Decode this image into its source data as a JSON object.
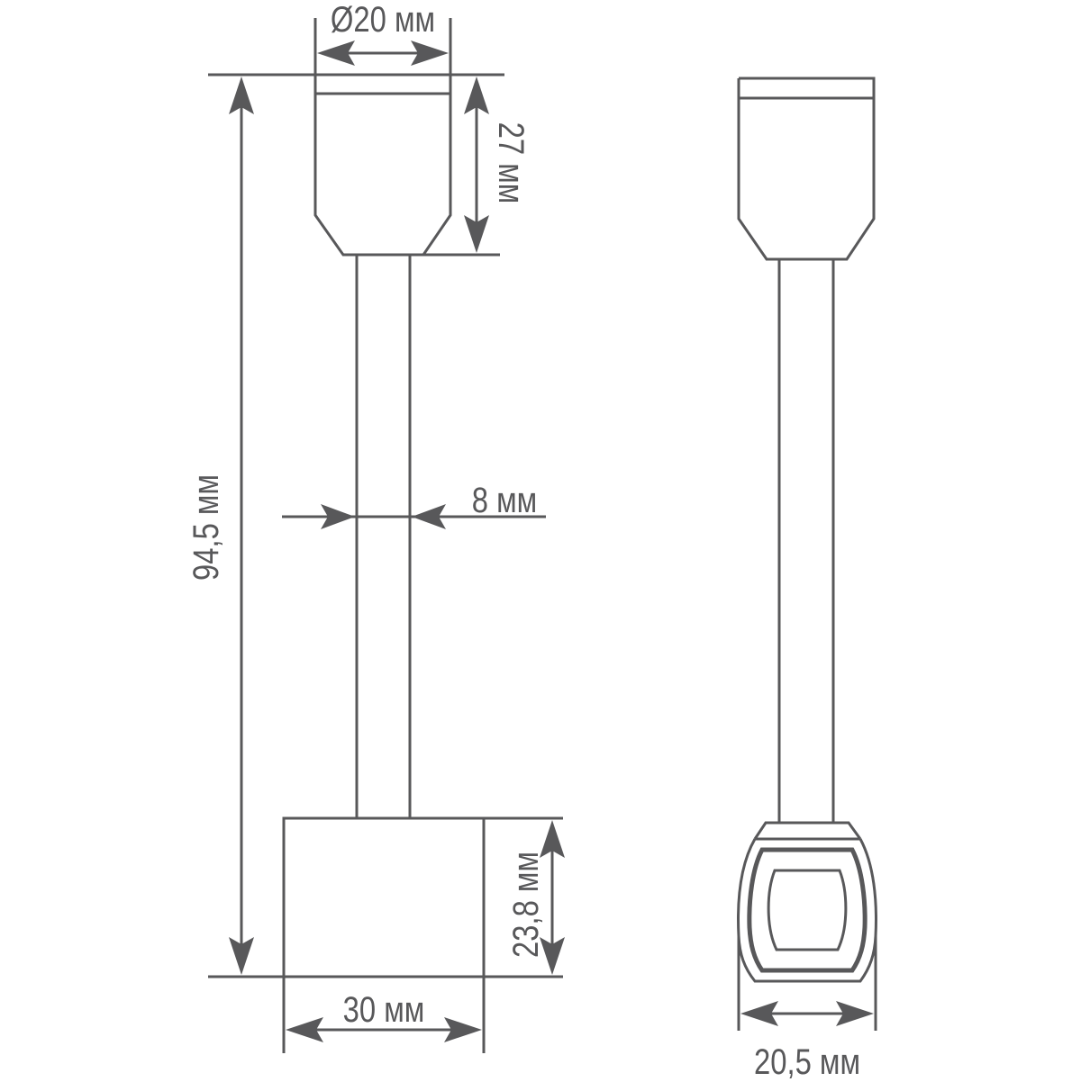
{
  "drawing": {
    "title": "Dimension drawing of track light fixture",
    "line_color": "#58585a",
    "background": "#ffffff"
  },
  "front_view": {
    "dimensions": {
      "head_diameter": "Ø20 мм",
      "head_height": "27 мм",
      "total_height": "94,5 мм",
      "stem_width": "8 мм",
      "base_height": "23,8 мм",
      "base_width": "30 мм"
    }
  },
  "side_view": {
    "dimensions": {
      "base_width": "20,5 мм"
    }
  }
}
